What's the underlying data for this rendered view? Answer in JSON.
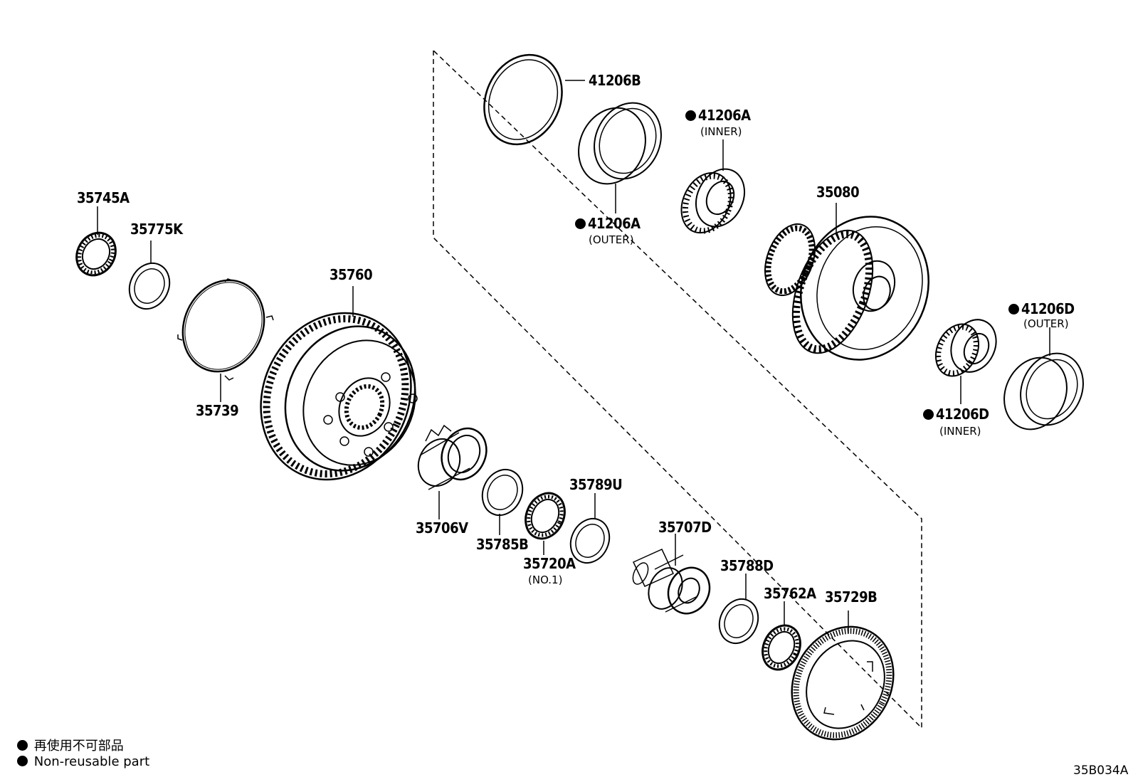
{
  "parts": {
    "p35745A": "35745A",
    "p35775K": "35775K",
    "p35739": "35739",
    "p35760": "35760",
    "p35706V": "35706V",
    "p35785B": "35785B",
    "p35720A": "35720A",
    "p35720A_note": "(NO.1)",
    "p35789U": "35789U",
    "p35707D": "35707D",
    "p35788D": "35788D",
    "p35762A": "35762A",
    "p35729B": "35729B",
    "p41206B": "41206B",
    "p41206A_inner": "41206A",
    "p41206A_inner_note": "(INNER)",
    "p41206A_outer": "41206A",
    "p41206A_outer_note": "(OUTER)",
    "p35080": "35080",
    "p41206D_outer": "41206D",
    "p41206D_outer_note": "(OUTER)",
    "p41206D_inner": "41206D",
    "p41206D_inner_note": "(INNER)"
  },
  "legend": {
    "line1": "再使用不可部品",
    "line2": "Non-reusable part"
  },
  "diagram_code": "35B034A"
}
